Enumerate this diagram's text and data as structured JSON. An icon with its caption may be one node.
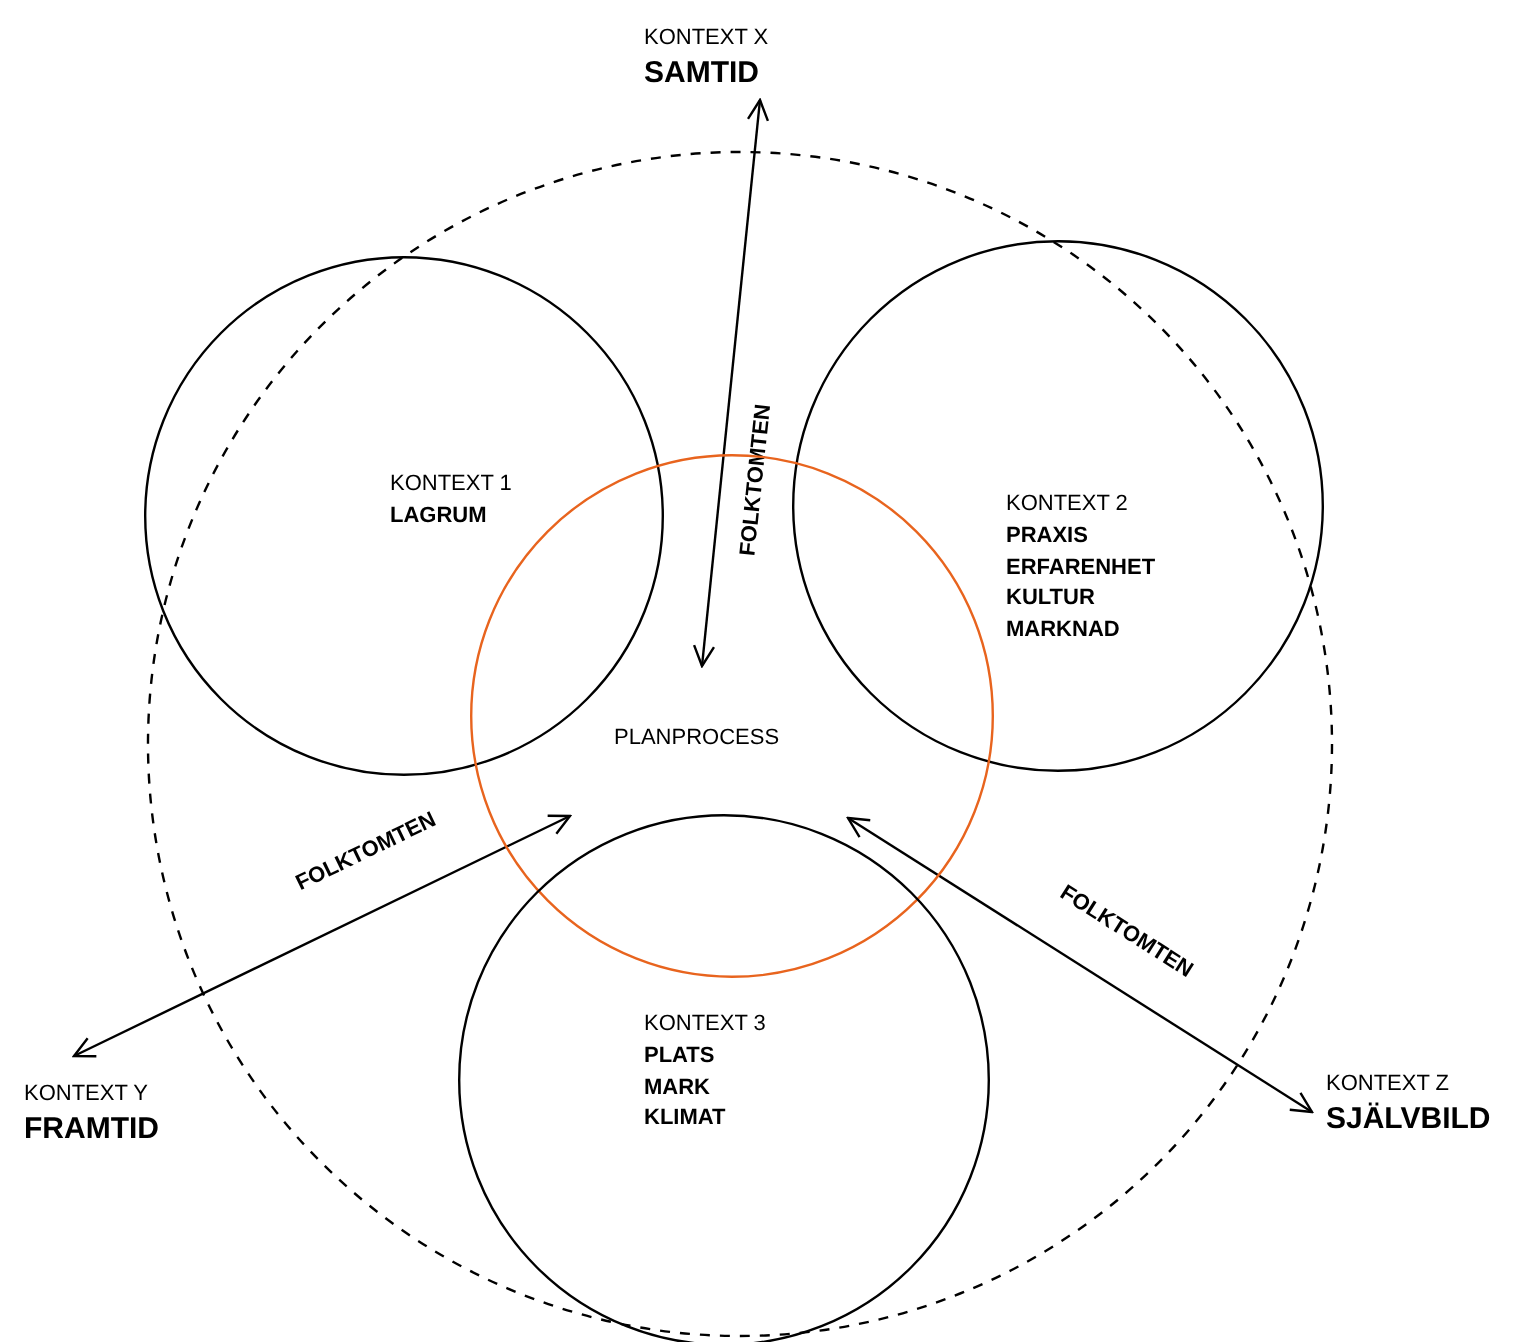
{
  "diagram": {
    "nodes": [
      {
        "text": [
          "KONTEXT X",
          "SAMTID"
        ]
      },
      {
        "text": [
          "KONTEXT 1",
          "LAGRUM"
        ]
      },
      {
        "text": [
          "KONTEXT 2",
          "PRAXIS ERFARENHET KULTUR MARKNAD"
        ]
      },
      {
        "text": [
          "PLANPROCESS"
        ]
      },
      {
        "text": [
          "KONTEXT 3",
          "PLATS MARK KLIMAT"
        ]
      },
      {
        "text": [
          "KONTEXT Y",
          "FRAMTID"
        ]
      },
      {
        "text": [
          "KONTEXT Z",
          "SJÄLVBILD"
        ]
      }
    ],
    "edges": [
      {
        "from": 0,
        "to": 3,
        "arrow": "both",
        "label": "FOLKTOMTEN"
      },
      {
        "from": 5,
        "to": 3,
        "arrow": "both",
        "label": "FOLKTOMTEN"
      },
      {
        "from": 6,
        "to": 3,
        "arrow": "both",
        "label": "FOLKTOMTEN"
      }
    ]
  }
}
